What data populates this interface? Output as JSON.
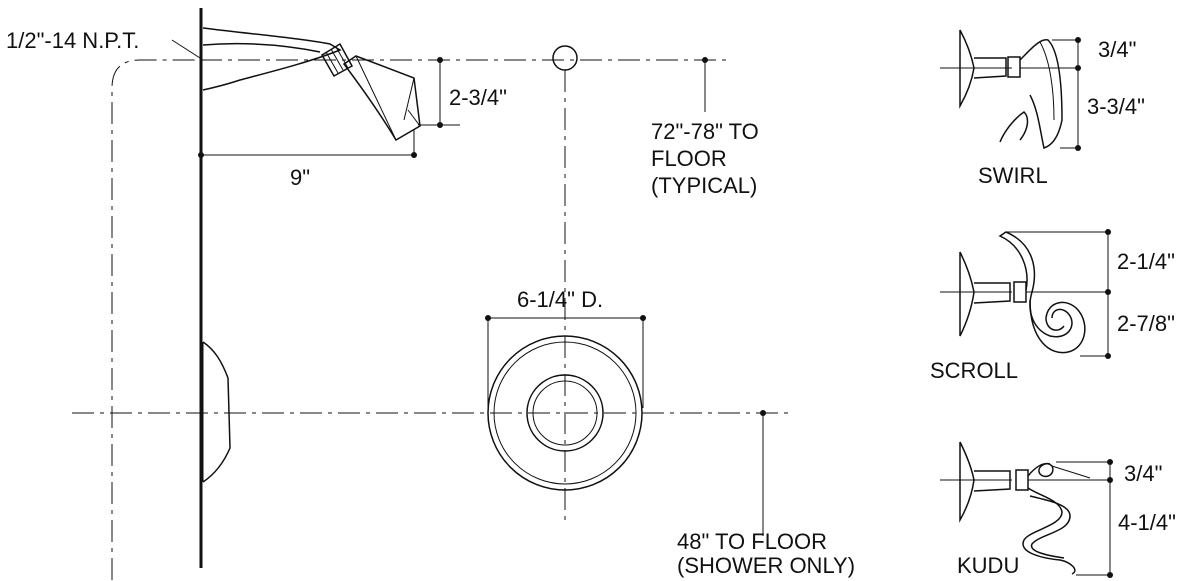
{
  "labels": {
    "npt": "1/2\"-14 N.P.T.",
    "drop": "2-3/4\"",
    "reach": "9\"",
    "height_line1": "72\"-78\" TO",
    "height_line2": "FLOOR",
    "height_line3": "(TYPICAL)",
    "diameter": "6-1/4\" D.",
    "valve_line1": "48\" TO FLOOR",
    "valve_line2": "(SHOWER ONLY)"
  },
  "variants": [
    {
      "name": "SWIRL",
      "dim_top": "3/4\"",
      "dim_bottom": "3-3/4\""
    },
    {
      "name": "SCROLL",
      "dim_top": "2-1/4\"",
      "dim_bottom": "2-7/8\""
    },
    {
      "name": "KUDU",
      "dim_top": "3/4\"",
      "dim_bottom": "4-1/4\""
    }
  ]
}
